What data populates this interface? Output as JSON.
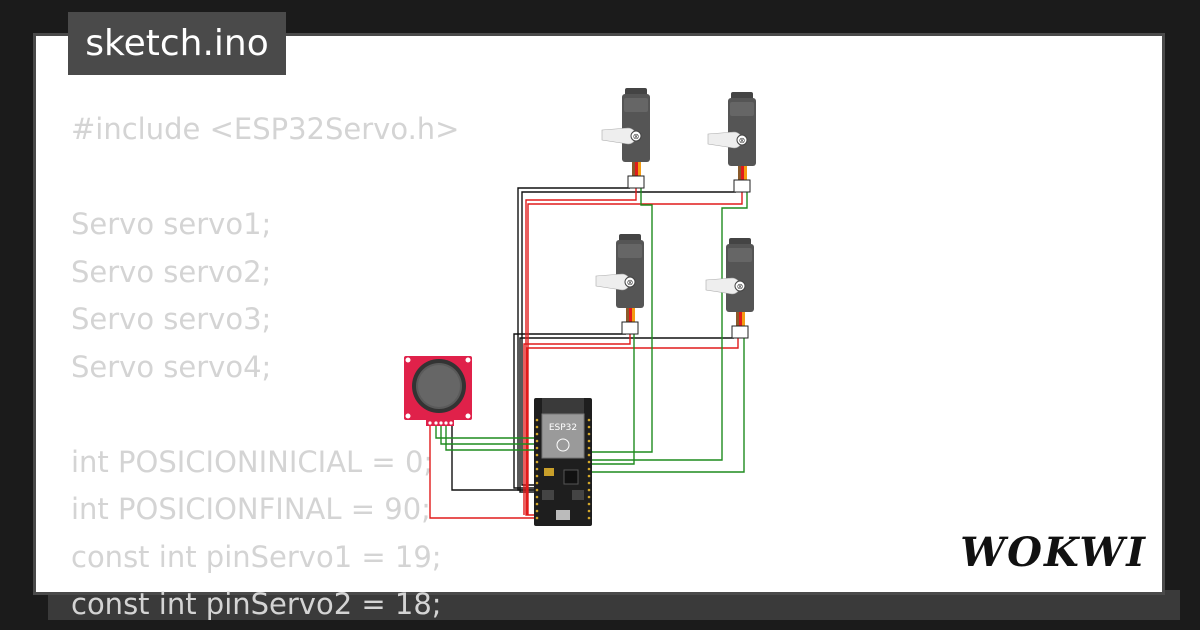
{
  "tab": {
    "filename": "sketch.ino"
  },
  "code_lines": [
    "#include <ESP32Servo.h>",
    "",
    "Servo servo1;",
    "Servo servo2;",
    "Servo servo3;",
    "Servo servo4;",
    "",
    "int POSICIONINICIAL = 0;",
    "int POSICIONFINAL = 90;",
    "const int pinServo1 = 19;",
    "const int pinServo2 = 18;"
  ],
  "board": {
    "label": "ESP32"
  },
  "brand": {
    "name": "WOKWI"
  },
  "colors": {
    "background": "#1b1b1b",
    "card": "#ffffff",
    "tab": "#4a4a4a",
    "code_text": "#d4d4d4",
    "wire_red": "#e01b1b",
    "wire_green": "#1f8c1f",
    "wire_black": "#111111",
    "joystick_board": "#e0214a",
    "servo_body": "#555555"
  },
  "components": {
    "servos": [
      "servo",
      "servo",
      "servo",
      "servo"
    ],
    "joystick": "analog-joystick",
    "board": "esp32-devkit"
  }
}
